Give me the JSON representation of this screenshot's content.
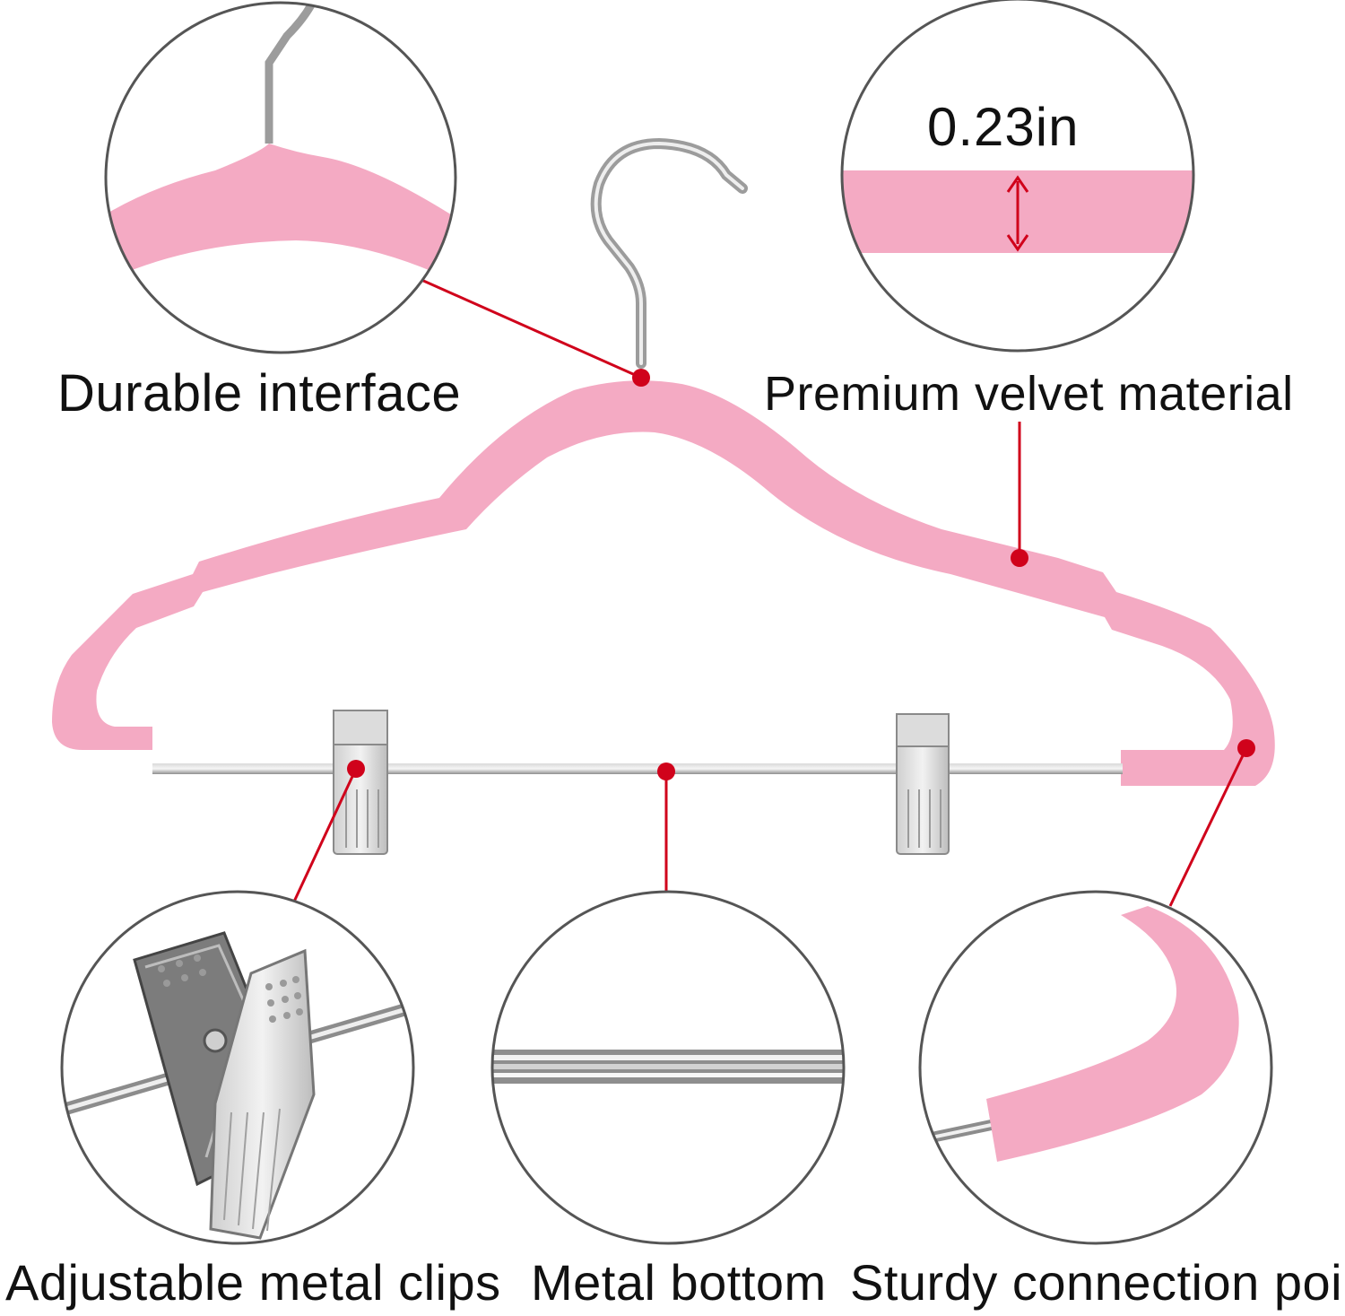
{
  "colors": {
    "pink": "#f4aac3",
    "pink_dark": "#e993b2",
    "callout_red": "#d0021b",
    "circle_outline": "#555555",
    "metal": "#a9a9a9",
    "metal_light": "#e8e8e8"
  },
  "labels": {
    "durable_interface": "Durable interface",
    "premium_velvet": "Premium velvet material",
    "thickness": "0.23in",
    "adjustable_clips": "Adjustable metal clips",
    "metal_bottom": "Metal bottom",
    "sturdy_connection": "Sturdy connection point"
  },
  "icons": {
    "hanger": "pink-velvet-hanger",
    "hook": "metal-hook",
    "clip": "metal-clip",
    "rod": "metal-rod",
    "arrow": "double-arrow-icon"
  }
}
